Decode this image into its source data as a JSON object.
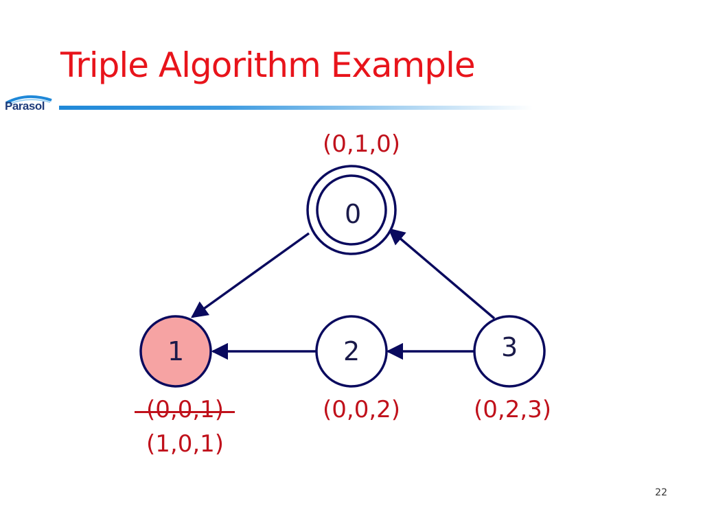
{
  "slide": {
    "title": "Triple Algorithm Example",
    "page_number": "22"
  },
  "logo": {
    "text": "Parasol"
  },
  "colors": {
    "title": "#e8141b",
    "label_text": "#c0111b",
    "node_stroke": "#0a0a5e",
    "highlighted_fill": "#f6a3a3",
    "rule_gradient_start": "#1f88d8"
  },
  "graph": {
    "nodes": [
      {
        "id": "0",
        "label": "0",
        "shape": "double-circle",
        "highlighted": false
      },
      {
        "id": "1",
        "label": "1",
        "shape": "circle",
        "highlighted": true
      },
      {
        "id": "2",
        "label": "2",
        "shape": "circle",
        "highlighted": false
      },
      {
        "id": "3",
        "label": "3",
        "shape": "circle",
        "highlighted": false
      }
    ],
    "edges": [
      {
        "from": "0",
        "to": "1"
      },
      {
        "from": "2",
        "to": "1"
      },
      {
        "from": "3",
        "to": "2"
      },
      {
        "from": "3",
        "to": "0"
      }
    ],
    "triples": {
      "node0": "(0,1,0)",
      "node1_old": "(0,0,1)",
      "node1_old_struck": true,
      "node1_new": "(1,0,1)",
      "node2": "(0,0,2)",
      "node3": "(0,2,3)"
    }
  }
}
